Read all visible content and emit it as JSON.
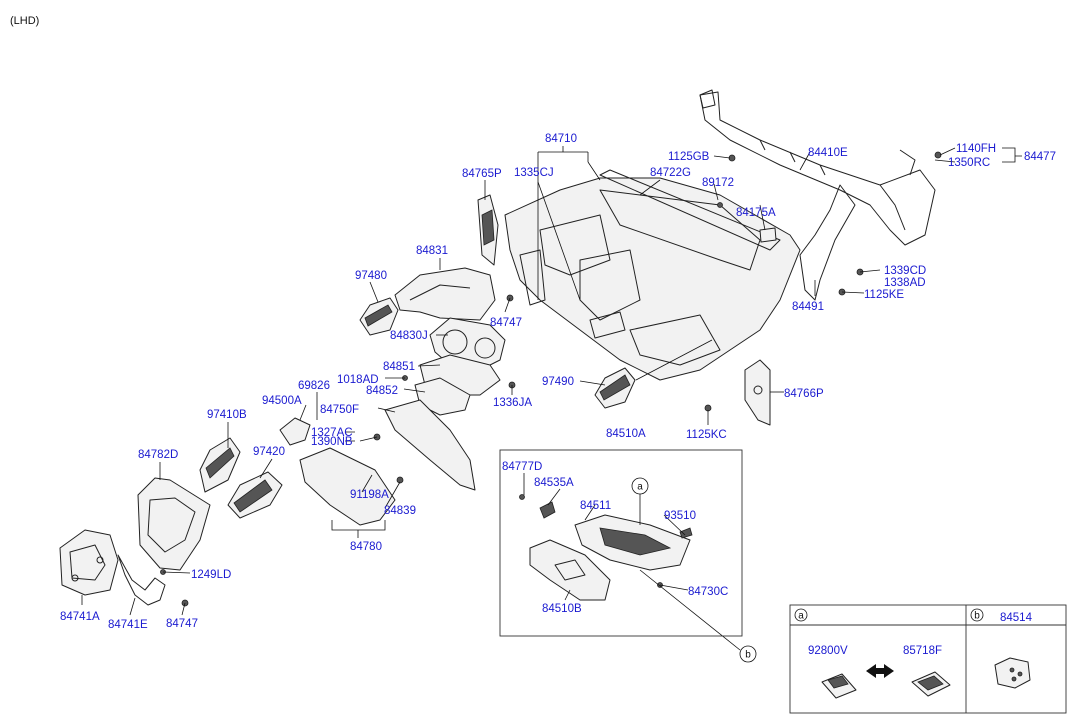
{
  "header": {
    "variant": "(LHD)"
  },
  "parts": {
    "p84710": "84710",
    "p84765P": "84765P",
    "p1335CJ": "1335CJ",
    "p84722G": "84722G",
    "p1125GB": "1125GB",
    "p89172": "89172",
    "p84410E": "84410E",
    "p1140FH": "1140FH",
    "p1350RC": "1350RC",
    "p84477": "84477",
    "p84175A": "84175A",
    "p84831": "84831",
    "p97480": "97480",
    "p84747a": "84747",
    "p84830J": "84830J",
    "p1339CD": "1339CD",
    "p1338AD": "1338AD",
    "p84491": "84491",
    "p1125KE": "1125KE",
    "p84851": "84851",
    "p1018AD": "1018AD",
    "p69826": "69826",
    "p84852": "84852",
    "p97490": "97490",
    "p84766P": "84766P",
    "p94500A": "94500A",
    "p1336JA": "1336JA",
    "p97410B": "97410B",
    "p84750F": "84750F",
    "p1327AC": "1327AC",
    "p1390NB": "1390NB",
    "p1125KC": "1125KC",
    "p84510A": "84510A",
    "p84782D": "84782D",
    "p97420": "97420",
    "p84777D": "84777D",
    "p84535A": "84535A",
    "p91198A": "91198A",
    "p84839": "84839",
    "p84511": "84511",
    "p93510": "93510",
    "p84780": "84780",
    "p84730C": "84730C",
    "p1249LD": "1249LD",
    "p84510B": "84510B",
    "p84741A": "84741A",
    "p84741E": "84741E",
    "p84747b": "84747"
  },
  "callouts": {
    "a": "a",
    "b": "b"
  },
  "legend": {
    "col_a_tag": "a",
    "col_b_tag": "b",
    "col_b_part": "84514",
    "part_92800V": "92800V",
    "part_85718F": "85718F"
  },
  "colors": {
    "label": "#1a1ad0",
    "line": "#222222",
    "background": "#ffffff"
  }
}
